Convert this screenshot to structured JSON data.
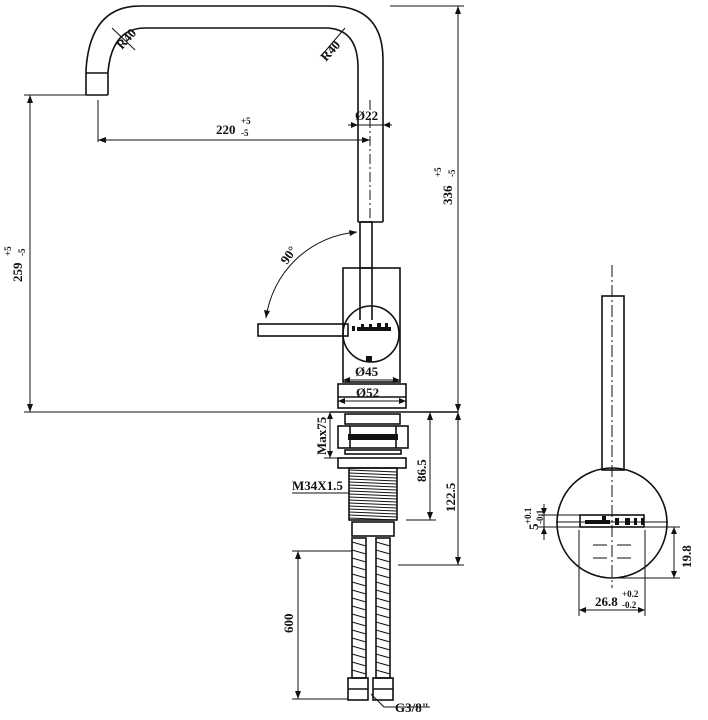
{
  "drawing": {
    "side_view": {
      "radius_outer": "R40",
      "radius_inner": "R40",
      "spout_reach": {
        "value": "220",
        "tol_plus": "+5",
        "tol_minus": "-5"
      },
      "spout_diameter": "Ø22",
      "total_height": {
        "value": "336",
        "tol_plus": "+5",
        "tol_minus": "-5"
      },
      "spout_height": {
        "value": "259",
        "tol_plus": "+5",
        "tol_minus": "-5"
      },
      "lever_angle": "90°",
      "body_diameter": "Ø45",
      "base_diameter": "Ø52",
      "max_deck": "Max75",
      "shank_length": "86.5",
      "shank_total": "122.5",
      "thread": "M34X1.5",
      "hose_length": "600",
      "connection": "G3/8\""
    },
    "top_view": {
      "offset": {
        "value": "5",
        "tol_plus": "+0.1",
        "tol_minus": "-0.1"
      },
      "depth": "19.8",
      "width": {
        "value": "26.8",
        "tol_plus": "+0.2",
        "tol_minus": "-0.2"
      }
    }
  }
}
